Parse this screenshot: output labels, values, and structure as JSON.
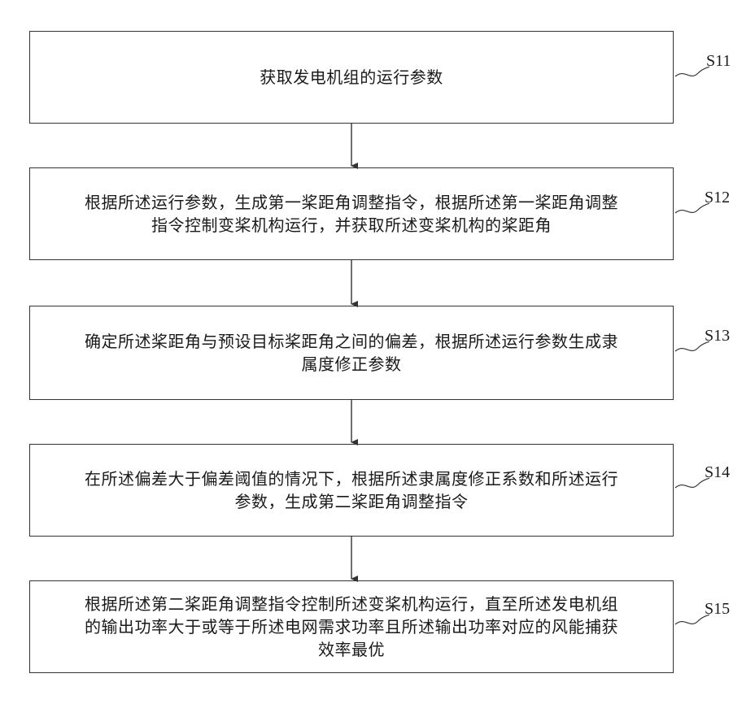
{
  "steps": [
    {
      "id": "S11",
      "label": "S11",
      "text": "获取发电机组的运行参数"
    },
    {
      "id": "S12",
      "label": "S12",
      "text": "根据所述运行参数，生成第一桨距角调整指令，根据所述第一桨距角调整\n指令控制变桨机构运行，并获取所述变桨机构的桨距角"
    },
    {
      "id": "S13",
      "label": "S13",
      "text": "确定所述桨距角与预设目标桨距角之间的偏差，根据所述运行参数生成隶\n属度修正参数"
    },
    {
      "id": "S14",
      "label": "S14",
      "text": "在所述偏差大于偏差阈值的情况下，根据所述隶属度修正系数和所述运行\n参数，生成第二桨距角调整指令"
    },
    {
      "id": "S15",
      "label": "S15",
      "text": "根据所述第二桨距角调整指令控制所述变桨机构运行，直至所述发电机组\n的输出功率大于或等于所述电网需求功率且所述输出功率对应的风能捕获\n效率最优"
    }
  ]
}
